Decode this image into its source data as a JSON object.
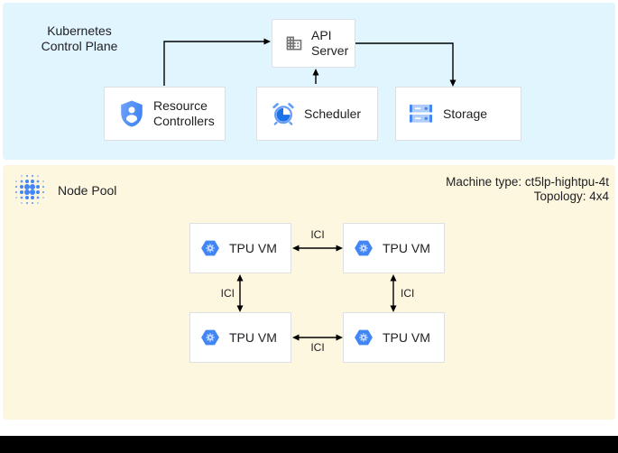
{
  "control_plane": {
    "title_line1": "Kubernetes",
    "title_line2": "Control Plane",
    "api_server_label": "API Server",
    "resource_controllers_label": "Resource Controllers",
    "scheduler_label": "Scheduler",
    "storage_label": "Storage"
  },
  "node_pool": {
    "title": "Node Pool",
    "machine_type": "Machine type: ct5lp-hightpu-4t",
    "topology": "Topology: 4x4",
    "vms": [
      "TPU VM",
      "TPU VM",
      "TPU VM",
      "TPU VM"
    ],
    "interconnect_label": "ICI"
  },
  "colors": {
    "control_plane_bg": "#E1F5FE",
    "node_pool_bg": "#FEF7E0",
    "icon_blue": "#4285F4",
    "icon_light_blue": "#AECBFA",
    "icon_dark_blue": "#1A73E8",
    "icon_gray": "#757575",
    "arrow_black": "#000000"
  }
}
